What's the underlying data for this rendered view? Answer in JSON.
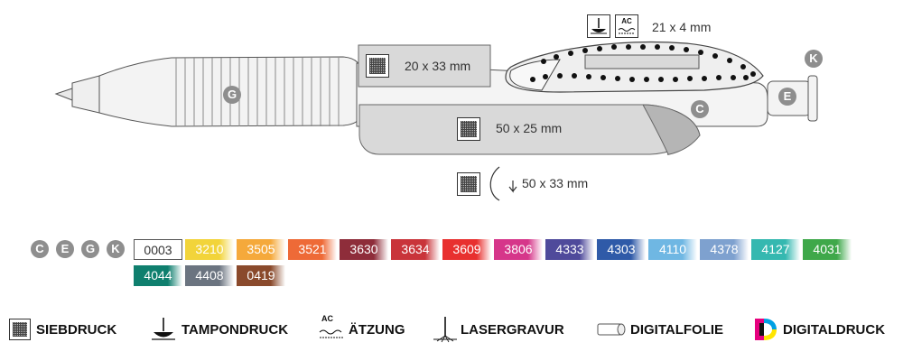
{
  "imprint_areas": {
    "barrel_upper": "20 x 33 mm",
    "barrel_lower": "50 x 25 mm",
    "clip": "21 x 4 mm",
    "rotary": "50 x 33 mm"
  },
  "clip_icons": {
    "etch_text": "AC"
  },
  "position_badges": {
    "g": "G",
    "c": "C",
    "e": "E",
    "k": "K"
  },
  "color_badges": [
    "C",
    "E",
    "G",
    "K"
  ],
  "colors": [
    {
      "code": "0003",
      "hex": "#ffffff"
    },
    {
      "code": "3210",
      "hex": "#f2d43a"
    },
    {
      "code": "3505",
      "hex": "#f5a93b"
    },
    {
      "code": "3521",
      "hex": "#ee6a37"
    },
    {
      "code": "3630",
      "hex": "#8e2d3a"
    },
    {
      "code": "3634",
      "hex": "#c9343a"
    },
    {
      "code": "3609",
      "hex": "#e8302f"
    },
    {
      "code": "3806",
      "hex": "#d6368a"
    },
    {
      "code": "4333",
      "hex": "#4f4a9b"
    },
    {
      "code": "4303",
      "hex": "#2f5aa8"
    },
    {
      "code": "4110",
      "hex": "#6fb7e3"
    },
    {
      "code": "4378",
      "hex": "#7ea1cf"
    },
    {
      "code": "4127",
      "hex": "#35b8b0"
    },
    {
      "code": "4031",
      "hex": "#3fa84a"
    },
    {
      "code": "4044",
      "hex": "#0f7f6e"
    },
    {
      "code": "4408",
      "hex": "#6b7480"
    },
    {
      "code": "0419",
      "hex": "#8a4a2c"
    }
  ],
  "legend": {
    "siebdruck": "SIEBDRUCK",
    "tampondruck": "TAMPONDRUCK",
    "aetzung": "ÄTZUNG",
    "aetzung_icon_text": "AC",
    "lasergravur": "LASERGRAVUR",
    "digitalfolie": "DIGITALFOLIE",
    "digitaldruck": "DIGITALDRUCK"
  }
}
